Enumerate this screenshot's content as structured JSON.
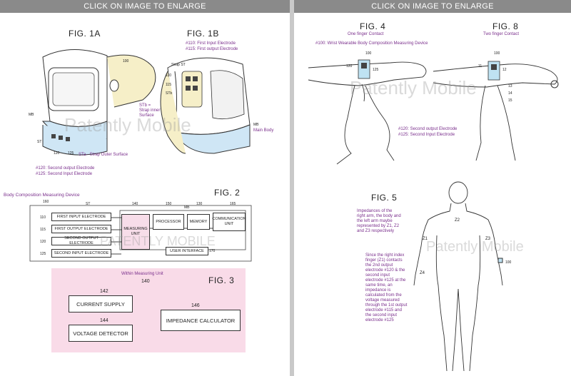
{
  "banner": {
    "left": "CLICK ON IMAGE TO ENLARGE",
    "right": "CLICK ON IMAGE TO ENLARGE"
  },
  "left": {
    "fig1a": "FIG. 1A",
    "fig1b": "FIG. 1B",
    "label_100": "100",
    "electrodes_top": [
      "#110: First Input Electrode",
      "#115: First output Electrode"
    ],
    "strap_st": "Strap ST",
    "ref_110": "110",
    "ref_115": "115",
    "ref_stb": "STb",
    "ref_mb_left": "MB",
    "ref_mb_right": "MB",
    "ref_st": "ST",
    "ref_120": "120",
    "ref_125": "125",
    "sta_label": "STa - Strap Outer Surface",
    "stb_label": [
      "STb =",
      "Strap inner",
      "Surface"
    ],
    "main_body": "Main Body",
    "electrodes_bottom": [
      "#120: Second output Electrode",
      "#125: Second Input Electrode"
    ],
    "watermark": "Patently Mobile",
    "fig2": "FIG. 2",
    "fig2_caption": "Body Composition Measuring Device",
    "fig2_refs": {
      "r160": "160",
      "rST": "ST",
      "r140": "140",
      "r150": "150",
      "rMB": "MB",
      "r130": "130",
      "r165": "165",
      "r170": "170"
    },
    "fig2_rows": [
      {
        "ref": "110",
        "label": "FIRST INPUT ELECTRODE"
      },
      {
        "ref": "115",
        "label": "FIRST OUTPUT ELECTRODE"
      },
      {
        "ref": "120",
        "label": "SECOND OUTPUT ELECTRODE"
      },
      {
        "ref": "125",
        "label": "SECOND INPUT ELECTRODE"
      }
    ],
    "measuring_unit": "MEASURING UNIT",
    "processor": "PROCESSOR",
    "memory": "MEMORY",
    "comm_unit": "COMMUNICATION UNIT",
    "user_interface": "USER INTERFACE",
    "watermark2": "PATENTLY MOBILE",
    "fig3": "FIG. 3",
    "fig3_caption": "Within Measuring Unit",
    "fig3_140": "140",
    "fig3_142": "142",
    "fig3_144": "144",
    "fig3_146": "146",
    "current_supply": "CURRENT SUPPLY",
    "voltage_detector": "VOLTAGE DETECTOR",
    "impedance_calc": "IMPEDANCE CALCULATOR"
  },
  "right": {
    "fig4": "FIG. 4",
    "fig8": "FIG. 8",
    "one_finger": "One finger Contact",
    "two_finger": "Two finger Contact",
    "device_caption": "#100: Wrist Wearable Body Composition Measuring Device",
    "r100a": "100",
    "r120a": "120",
    "r125a": "125",
    "r100b": "100",
    "r11": "11",
    "r12": "12",
    "r13": "13",
    "r14": "14",
    "r15": "15",
    "electrode_caption": [
      "#120: Second output Electrode",
      "#125: Second Input Electrode"
    ],
    "watermark": "Patently Mobile",
    "fig5": "FIG. 5",
    "impedance_text": [
      "Impedances of the",
      "right arm, the body and",
      "the left arm maybe",
      "represented by Z1, Z2",
      "and Z3 respectively"
    ],
    "z1": "Z1",
    "z2": "Z2",
    "z3": "Z3",
    "z4": "Z4",
    "r100c": "100",
    "watermark2": "Patently Mobile",
    "explain_text": [
      "Since the right index",
      "finger (Z1) contacts",
      "the 2nd output",
      "electrode #120 & the",
      "second input",
      "electrode #125 at the",
      "same time, an",
      "impedance is",
      "calculated from the",
      "voltage measured",
      "through the 1st output",
      "electrode #115 and",
      "the second input",
      "electrode #125"
    ]
  }
}
